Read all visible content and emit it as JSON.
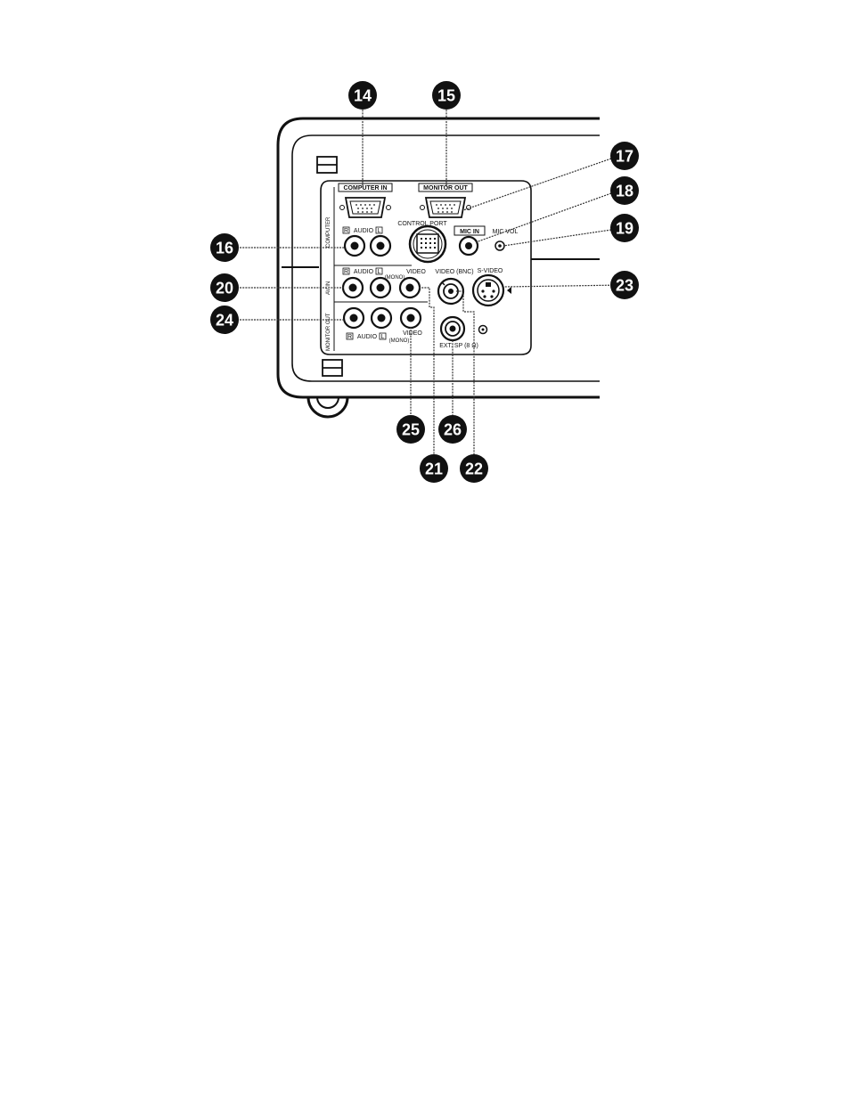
{
  "labels": {
    "computer_in": "COMPUTER IN",
    "monitor_out_port": "MONITOR OUT",
    "control_port": "CONTROL PORT",
    "mic_in": "MIC IN",
    "mic_vol": "MIC VOL",
    "computer_side": "COMPUTER",
    "av_in_side": "AV IN",
    "monitor_out_side": "MONITOR OUT",
    "r_mark": "R",
    "l_mark": "L",
    "audio": "AUDIO",
    "video": "VIDEO",
    "mono": "(MONO)",
    "video_bnc": "VIDEO (BNC)",
    "s_video": "S-VIDEO",
    "ext_sp": "EXT. SP (8 Ω)"
  },
  "callouts": [
    "14",
    "15",
    "16",
    "17",
    "18",
    "19",
    "20",
    "21",
    "22",
    "23",
    "24",
    "25",
    "26"
  ]
}
